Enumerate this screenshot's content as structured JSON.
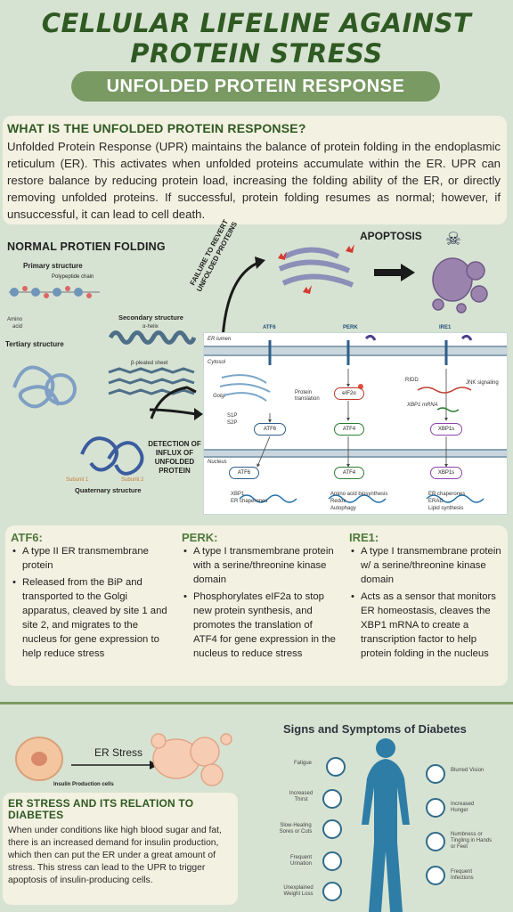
{
  "header": {
    "title_line1": "CELLULAR LIFELINE AGAINST",
    "title_line2": "PROTEIN STRESS",
    "subtitle": "UNFOLDED PROTEIN RESPONSE"
  },
  "intro": {
    "heading": "WHAT IS THE UNFOLDED PROTEIN RESPONSE?",
    "text": "Unfolded Protein Response (UPR) maintains the balance of protein folding in the endoplasmic reticulum (ER). This activates when unfolded proteins accumulate within the ER. UPR can restore balance by reducing protein load, increasing the folding ability of the ER, or directly removing unfolded proteins. If successful, protein folding resumes as normal; however, if unsuccessful, it can lead to cell death."
  },
  "folding": {
    "heading": "NORMAL PROTIEN FOLDING",
    "primary": "Primary structure",
    "chain": "Polypeptide chain",
    "amino": "Amino",
    "acid": "acid",
    "secondary": "Secondary structure",
    "helix": "α-helix",
    "sheet": "β-pleated sheet",
    "tertiary": "Tertiary structure",
    "subunit1": "Subunit 1",
    "subunit2": "Subunit 2",
    "quaternary": "Quaternary structure"
  },
  "arrows": {
    "failure": "FAILURE TO REVERT UNFOLDED PROTEINS",
    "detection": "DETECTION OF INFLUX OF UNFOLDED PROTEIN",
    "apoptosis": "APOPTOSIS"
  },
  "diagram": {
    "er_lumen": "ER lumen",
    "cytosol": "Cytosol",
    "golgi": "Golgi",
    "nucleus": "Nucleus",
    "atf6": "ATF6",
    "perk": "PERK",
    "ire1": "IRE1",
    "s1p": "S1P",
    "s2p": "S2P",
    "eif2a": "eIF2α",
    "protein_translation": "Protein translation",
    "atf4": "ATF4",
    "ridd": "RIDD",
    "jnk": "JNK signaling",
    "xbp1_mrna": "XBP1 mRNA",
    "xbp1s": "XBP1s",
    "out_atf6": [
      "XBP1",
      "ER chaperones"
    ],
    "out_atf4": [
      "Amino acid biosynthesis",
      "Redox",
      "Autophagy"
    ],
    "out_xbp1s": [
      "ER chaperones",
      "ERAD",
      "Lipid synthesis"
    ]
  },
  "columns": [
    {
      "heading": "ATF6:",
      "items": [
        "A type II ER transmembrane protein",
        "Released from the BiP and transported to the Golgi apparatus, cleaved by site 1 and site 2, and migrates to the nucleus for gene expression to help reduce stress"
      ]
    },
    {
      "heading": "PERK:",
      "items": [
        "A type I transmembrane protein with a serine/threonine kinase domain",
        "Phosphorylates eIF2a to stop new protein synthesis, and promotes the translation of ATF4 for gene expression in the nucleus to reduce stress"
      ]
    },
    {
      "heading": "IRE1:",
      "items": [
        "A type I transmembrane protein w/ a serine/threonine kinase domain",
        "Acts as a sensor that monitors ER homeostasis, cleaves the XBP1 mRNA to create a transcription factor to help protein folding in the nucleus"
      ]
    }
  ],
  "er_stress": {
    "label": "ER Stress",
    "cells_label": "Insulin Production cells",
    "heading": "ER STRESS AND ITS RELATION TO DIABETES",
    "text": "When under conditions like high blood sugar and fat, there is an increased demand for insulin production, which then can put the ER under a great amount of stress. This stress can lead to the UPR to trigger apoptosis of insulin-producing cells."
  },
  "diabetes": {
    "title": "Signs and Symptoms of Diabetes",
    "left": [
      "Fatigue",
      "Increased Thirst",
      "Slow-Healing Sores or Cuts",
      "Frequent Urination",
      "Unexplained Weight Loss"
    ],
    "right": [
      "Blurred Vision",
      "Increased Hunger",
      "Numbness or Tingling in Hands or Feet",
      "Frequent Infections"
    ]
  },
  "colors": {
    "background": "#d7e3d2",
    "title": "#2f5a23",
    "accent": "#799a63",
    "card": "#f3f1e1"
  }
}
